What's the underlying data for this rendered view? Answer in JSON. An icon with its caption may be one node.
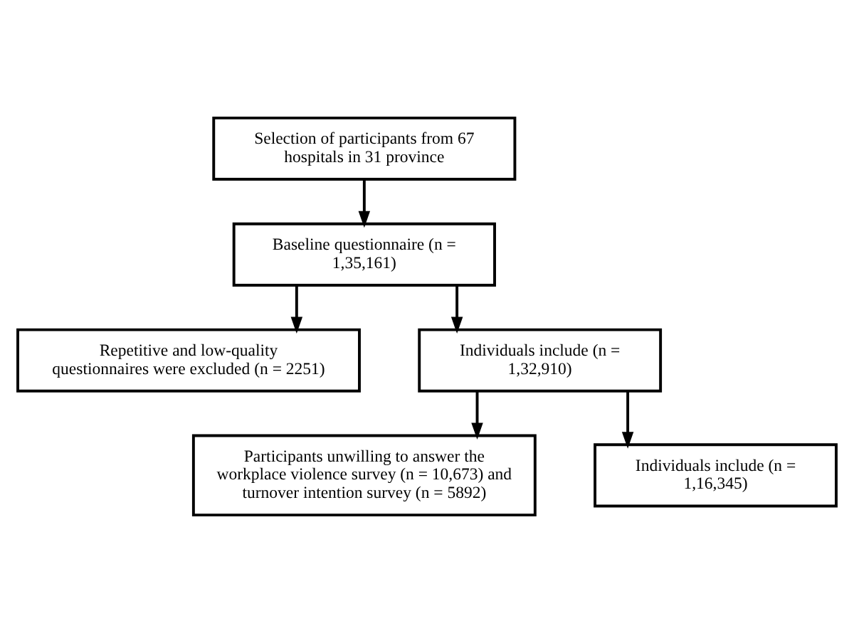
{
  "diagram": {
    "nodes": [
      {
        "text": [
          "Selection of participants from 67 hospitals in 31 province"
        ]
      },
      {
        "text": [
          "Baseline questionnaire (n = 1,35,161)"
        ]
      },
      {
        "text": [
          "Repetitive and low-quality questionnaires were excluded (n = 2251)"
        ]
      },
      {
        "text": [
          "Individuals include (n = 1,32,910)"
        ]
      },
      {
        "text": [
          "Participants unwilling to answer the workplace violence survey (n = 10,673) and turnover intention survey (n = 5892)"
        ]
      },
      {
        "text": [
          "Individuals include (n = 1,16,345)"
        ]
      }
    ],
    "edges": [
      {
        "from": 0,
        "to": 1,
        "arrow": "to"
      },
      {
        "from": 1,
        "to": 2,
        "arrow": "to"
      },
      {
        "from": 1,
        "to": 3,
        "arrow": "to"
      },
      {
        "from": 3,
        "to": 4,
        "arrow": "to"
      },
      {
        "from": 3,
        "to": 5,
        "arrow": "to"
      }
    ]
  }
}
